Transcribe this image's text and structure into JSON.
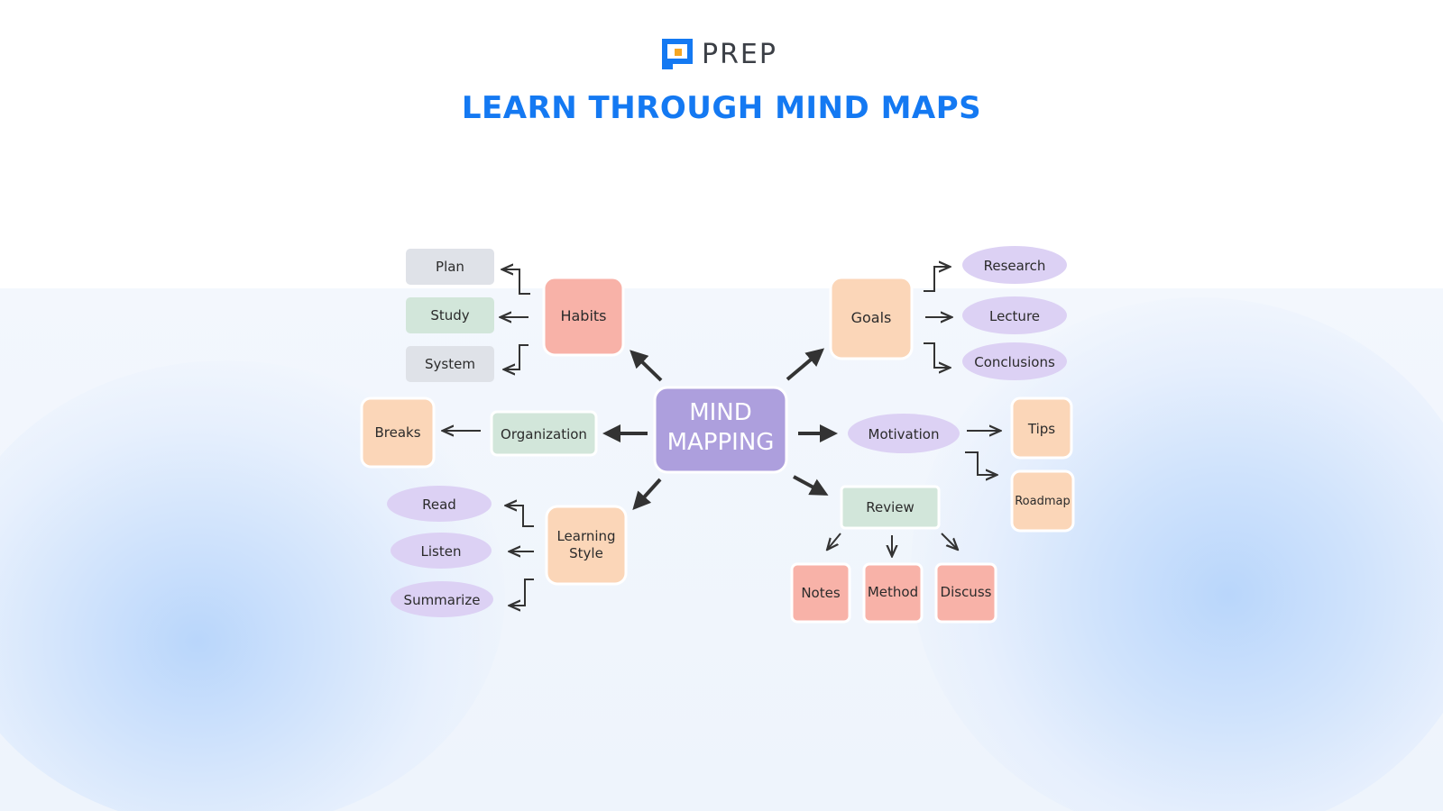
{
  "brand": {
    "name": "PREP",
    "logo_icon": "prep-logo-icon"
  },
  "headline": "LEARN THROUGH MIND MAPS",
  "colors": {
    "accent": "#1479f2",
    "purple": "#ad9fdd",
    "lavender": "#dcd1f4",
    "pink": "#f8b2a8",
    "peach": "#fbd6b8",
    "mint": "#d2e6da",
    "grey": "#dfe2e8"
  },
  "mindmap": {
    "center": {
      "line1": "MIND",
      "line2": "MAPPING"
    },
    "habits": {
      "label": "Habits",
      "children": [
        "Plan",
        "Study",
        "System"
      ]
    },
    "organization": {
      "label": "Organization",
      "child": "Breaks"
    },
    "learning_style": {
      "line1": "Learning",
      "line2": "Style",
      "children": [
        "Read",
        "Listen",
        "Summarize"
      ]
    },
    "goals": {
      "label": "Goals",
      "children": [
        "Research",
        "Lecture",
        "Conclusions"
      ]
    },
    "motivation": {
      "label": "Motivation",
      "children": [
        "Tips",
        "Roadmap"
      ]
    },
    "review": {
      "label": "Review",
      "children": [
        "Notes",
        "Method",
        "Discuss"
      ]
    }
  }
}
